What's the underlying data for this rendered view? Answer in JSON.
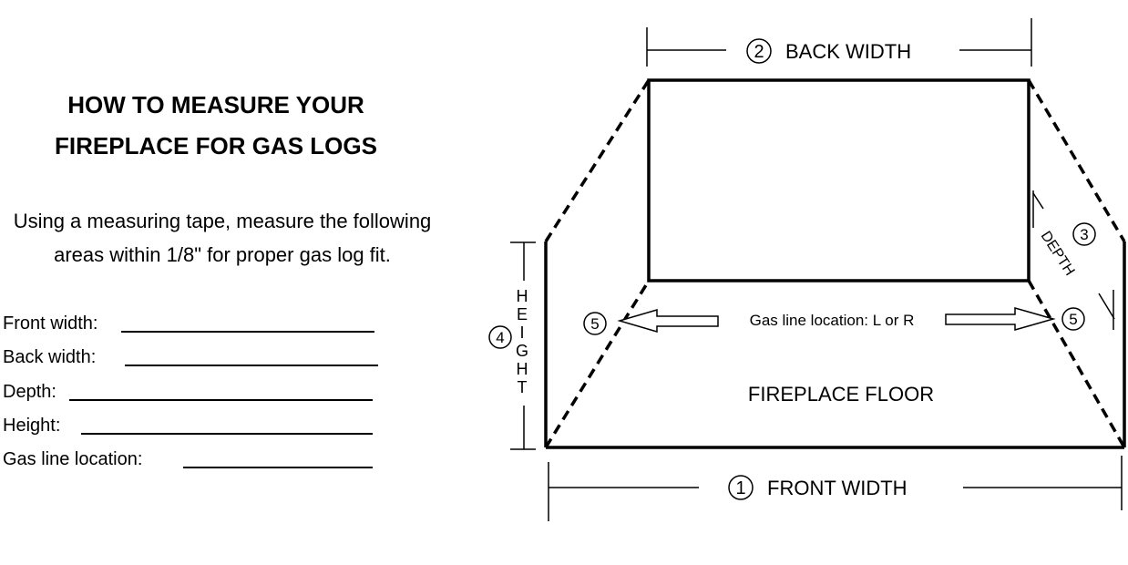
{
  "title": {
    "line1": "HOW TO MEASURE YOUR",
    "line2": "FIREPLACE FOR GAS LOGS"
  },
  "intro": {
    "line1": "Using a measuring tape, measure the following",
    "line2": "areas within 1/8\" for proper gas log fit."
  },
  "form": {
    "front_width": "Front width:",
    "back_width": "Back width:",
    "depth": "Depth:",
    "height": "Height:",
    "gas_line": "Gas line location:"
  },
  "diagram": {
    "back_width": {
      "number": "2",
      "label": "BACK WIDTH"
    },
    "front_width": {
      "number": "1",
      "label": "FRONT WIDTH"
    },
    "depth": {
      "number": "3",
      "label": "DEPTH"
    },
    "height": {
      "number": "4",
      "letters": [
        "H",
        "E",
        "I",
        "G",
        "H",
        "T"
      ]
    },
    "gas_line": {
      "number_left": "5",
      "number_right": "5",
      "label": "Gas line location: L or R"
    },
    "floor_label": "FIREPLACE FLOOR"
  }
}
